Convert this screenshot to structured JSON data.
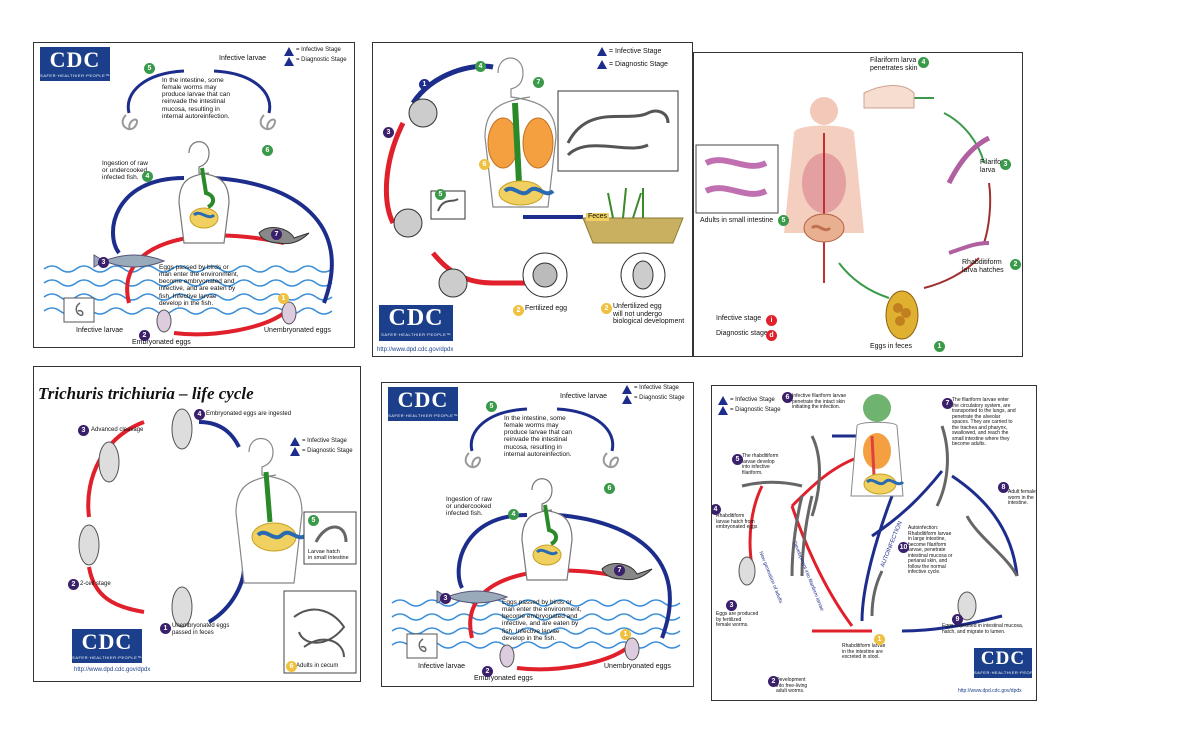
{
  "panels": {
    "p1": {
      "stage_legend": [
        "= Infective Stage",
        "= Diagnostic Stage"
      ],
      "top_label": "Infective larvae",
      "autoinfection_text": "In the intestine, some\nfemale worms may\nproduce larvae that can\nreinvade the intestinal\nmucosa, resulting in\ninternal autoreinfection.",
      "ingestion_text": "Ingestion of raw\nor undercooked\ninfected fish.",
      "eggs_text": "Eggs passed by birds or\nman enter the environment,\nbecome embryonated and\ninfective, and are eaten by\nfish.  Infective larvae\ndevelop in the fish.",
      "bottom_left": "Infective larvae",
      "bottom_center": "Embryonated eggs",
      "bottom_right": "Unembryonated eggs",
      "cdc": "CDC",
      "cdc_tag": "SAFER·HEALTHIER·PEOPLE™"
    },
    "p2": {
      "stage_legend": [
        "= Infective Stage",
        "= Diagnostic Stage"
      ],
      "feces": "Feces",
      "fertilized": "Fertilized egg",
      "unfertilized": "Unfertilized egg\nwill not undergo\nbiological development",
      "cdc": "CDC",
      "cdc_tag": "SAFER·HEALTHIER·PEOPLE™",
      "url": "http://www.dpd.cdc.gov/dpdx"
    },
    "p3": {
      "filariform_penetrates": "Filariform larva\npenetrates skin",
      "filariform": "Filariform\nlarva",
      "adults": "Adults in small intestine",
      "rhabditiform": "Rhabditiform\nlarva hatches",
      "infective_stage": "Infective stage",
      "diagnostic_stage": "Diagnostic stage",
      "eggs_feces": "Eggs in feces"
    },
    "p4": {
      "title": "Trichuris trichiuria – life cycle",
      "embryonated_ingested": "Embryonated eggs are ingested",
      "advanced_cleavage": "Advanced cleavage",
      "stage_legend": [
        "= Infective Stage",
        "= Diagnostic Stage"
      ],
      "larvae_hatch": "Larvae hatch\nin small intestine",
      "two_cell": "2-cell stage",
      "unembryonated": "Unembryonated eggs\npassed in feces",
      "adults_cecum": "Adults in cecum",
      "cdc": "CDC",
      "cdc_tag": "SAFER·HEALTHIER·PEOPLE™",
      "url": "http://www.dpd.cdc.gov/dpdx"
    },
    "p5": {
      "stage_legend": [
        "= Infective Stage",
        "= Diagnostic Stage"
      ],
      "top_label": "Infective larvae",
      "autoinfection_text": "In the intestine, some\nfemale worms may\nproduce larvae that can\nreinvade the intestinal\nmucosa, resulting in\ninternal autoreinfection.",
      "ingestion_text": "Ingestion of raw\nor undercooked\ninfected fish.",
      "eggs_text": "Eggs passed by birds or\nman enter the environment,\nbecome embryonated and\ninfective, and are eaten by\nfish.  Infective larvae\ndevelop in the fish.",
      "bottom_left": "Infective larvae",
      "bottom_center": "Embryonated eggs",
      "bottom_right": "Unembryonated eggs",
      "cdc": "CDC",
      "cdc_tag": "SAFER·HEALTHIER·PEOPLE™"
    },
    "p6": {
      "stage_legend": [
        "= Infective Stage",
        "= Diagnostic Stage"
      ],
      "step6": "Infective filariform larvae\npenetrate the intact skin\ninitiating the infection.",
      "step7": "The filariform larvae enter\nthe circulatory system, are\ntransported to the lungs, and\npenetrate the alveolar\nspaces.  They are carried to\nthe trachea and pharynx,\nswallowed, and reach the\nsmall intestine where they\nbecome adults.",
      "step5": "The rhabditiform\nlarvae develop\ninto infective\nfilariform.",
      "step8": "Adult female\nworm in the\nintestine.",
      "step4": "Rhabditiform\nlarvae hatch from\nembryonated eggs",
      "autoinfection": "Autoinfection:\nRhabditiform larvae\nin large intestine,\nbecome filariform\nlarvae, penetrate\nintestinal mucosa or\nperianal skin, and\nfollow the normal\ninfective cycle.",
      "step3": "Eggs are produced\nby fertilized\nfemale worms.",
      "step9": "Eggs deposited in intestinal mucosa,\nhatch, and migrate to lumen.",
      "step1": "Rhabditiform larvae\nin the intestine are\nexcreted in stool.",
      "step2": "Development\ninto free-living\nadult worms.",
      "arrow_text_1": "New generation of adults",
      "arrow_text_2": "Development into filariform larvae",
      "arrow_text_3": "AUTOINFECTION",
      "cdc": "CDC",
      "cdc_tag": "SAFER·HEALTHIER·PEOPLE™",
      "url": "http://www.dpd.cdc.gov/dpdx"
    }
  },
  "colors": {
    "cdc_blue": "#1b3f8b",
    "cycle_blue": "#1d2d8c",
    "cycle_red": "#e0202a",
    "step_green": "#3a9a4a",
    "step_purple": "#3a1f6b",
    "water_blue": "#3a8fd8"
  }
}
